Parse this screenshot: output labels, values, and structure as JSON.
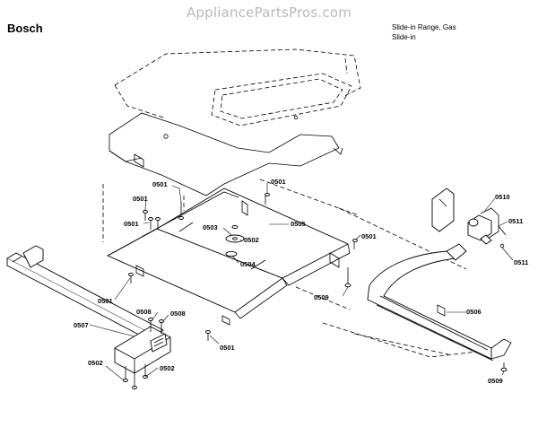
{
  "header": {
    "watermark": "AppliancePartsPros.com",
    "brand": "Bosch",
    "model_line1": "Slide-in Range, Gas",
    "model_line2": "Slide-in"
  },
  "callouts": {
    "c_0501_top": "0501",
    "c_0501_left_a": "0501",
    "c_0501_left_b": "0501",
    "c_0501_mid": "0501",
    "c_0501_right": "0501",
    "c_0501_bottom_left": "0501",
    "c_0501_bottom": "0501",
    "c_0502_mid": "0502",
    "c_0502_bl": "0502",
    "c_0502_br": "0502",
    "c_0503": "0503",
    "c_0504": "0504",
    "c_0505": "0505",
    "c_0506": "0506",
    "c_0507": "0507",
    "c_0508_a": "0508",
    "c_0508_b": "0508",
    "c_0509_mid": "0509",
    "c_0509_right": "0509",
    "c_0510": "0510",
    "c_0511_a": "0511",
    "c_0511_b": "0511"
  }
}
